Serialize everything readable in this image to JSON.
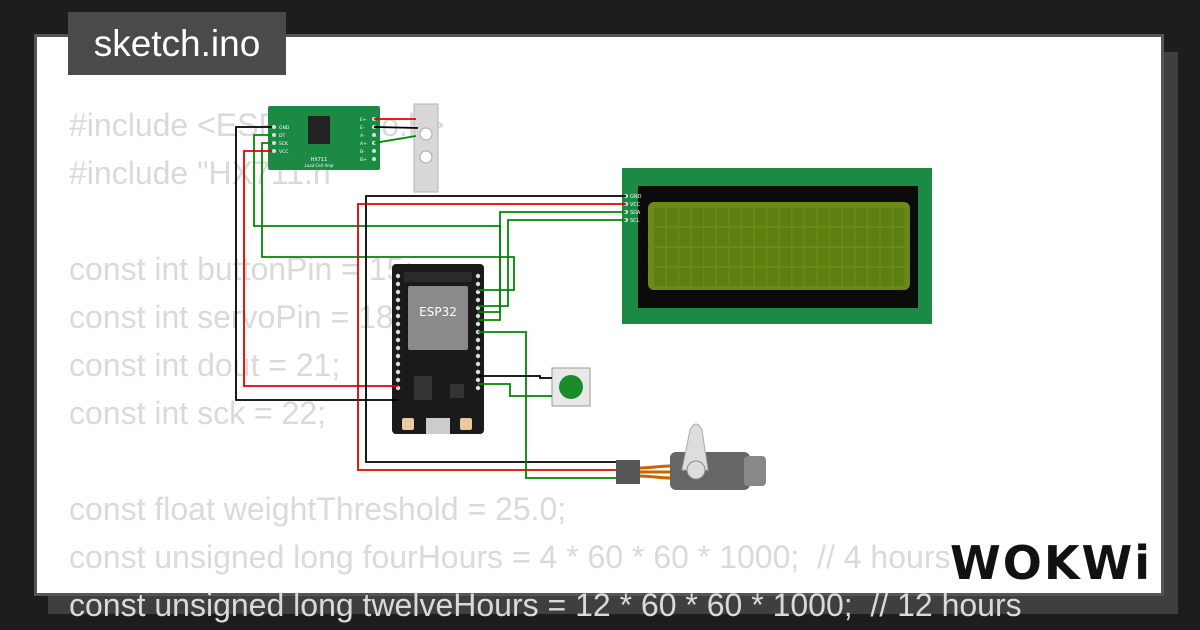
{
  "tab": {
    "label": "sketch.ino"
  },
  "code_lines": [
    "#include <ESP32Servo.h>",
    "#include \"HX711.h\"",
    "",
    "const int buttonPin = 15;",
    "const int servoPin = 18;",
    "const int dout = 21;",
    "const int sck = 22;",
    "",
    "const float weightThreshold = 25.0;",
    "const unsigned long fourHours = 4 * 60 * 60 * 1000;  // 4 hours",
    "const unsigned long twelveHours = 12 * 60 * 60 * 1000;  // 12 hours"
  ],
  "components": {
    "hx711": {
      "title": "HX711",
      "subtitle": "Load Cell Amp",
      "pins": [
        "GND",
        "DT",
        "SCK",
        "VCC"
      ],
      "right_pins": [
        "E+",
        "E-",
        "A-",
        "A+",
        "B-",
        "B+"
      ]
    },
    "esp32": {
      "label": "ESP32"
    },
    "lcd": {
      "pins": [
        "GND",
        "VCC",
        "SDA",
        "SCL"
      ]
    }
  },
  "colors": {
    "wire_black": "#000000",
    "wire_red": "#e00000",
    "wire_green": "#008800",
    "pcb_green": "#1a8a45",
    "lcd_screen": "#6a8a15",
    "esp_board": "#1a1a1a",
    "button_cap": "#1a8a2a",
    "servo_body": "#666666"
  },
  "logo": {
    "text": "WOKWi"
  }
}
